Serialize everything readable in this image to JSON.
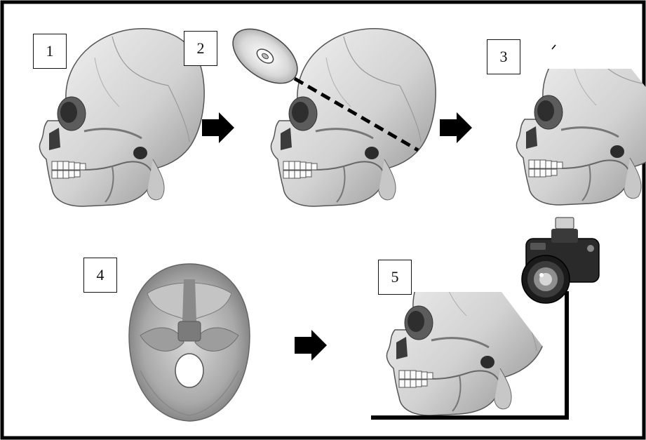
{
  "steps": [
    {
      "label": "1"
    },
    {
      "label": "2"
    },
    {
      "label": "3"
    },
    {
      "label": "4"
    },
    {
      "label": "5"
    }
  ],
  "colors": {
    "frame": "#000000",
    "bone_light": "#ececec",
    "bone_mid": "#bdbdbd",
    "bone_dark": "#6f6f6f",
    "arrow": "#000000"
  },
  "icons": [
    "skull-icon",
    "disc-icon",
    "cut-line-icon",
    "arrow-right-icon",
    "skull-base-icon",
    "camera-icon"
  ]
}
